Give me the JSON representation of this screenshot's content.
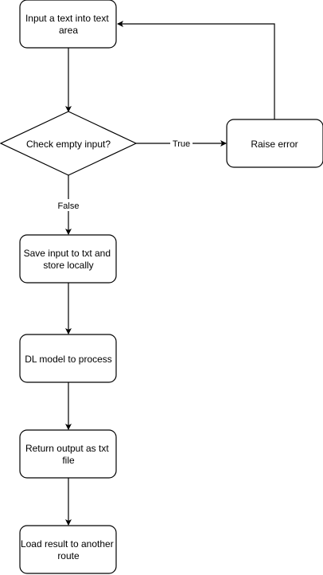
{
  "diagram": {
    "nodes": {
      "input": {
        "lines": [
          "Input a text into text",
          "area"
        ]
      },
      "check": {
        "lines": [
          "Check empty input?"
        ]
      },
      "raise": {
        "lines": [
          "Raise error"
        ]
      },
      "save": {
        "lines": [
          "Save input to txt and",
          "store locally"
        ]
      },
      "model": {
        "lines": [
          "DL  model to process"
        ]
      },
      "output": {
        "lines": [
          "Return output as txt",
          "file"
        ]
      },
      "load": {
        "lines": [
          "Load result to another",
          "route"
        ]
      }
    },
    "edges": {
      "true_label": "True",
      "false_label": "False"
    },
    "colors": {
      "stroke": "#000000",
      "fill": "#ffffff",
      "text": "#000000"
    }
  }
}
